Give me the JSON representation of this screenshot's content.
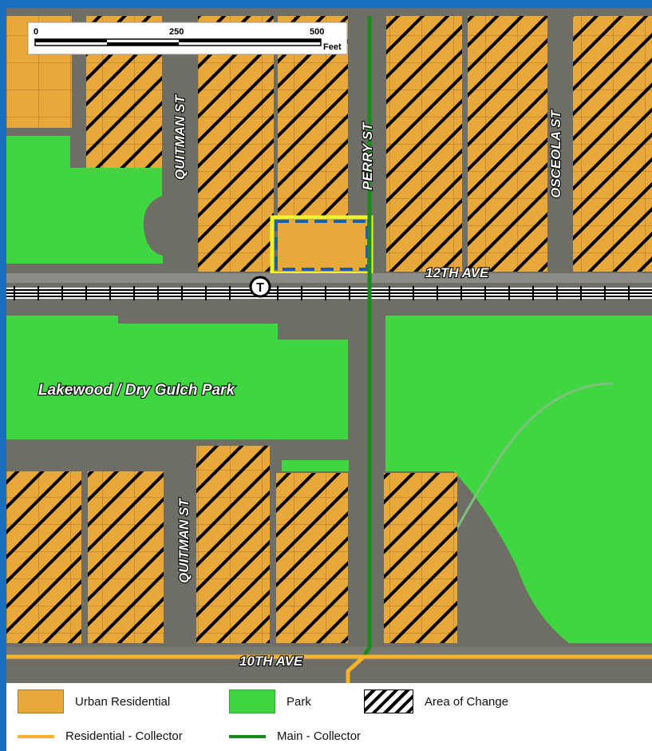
{
  "map": {
    "scale_bar": {
      "labels": [
        "0",
        "250",
        "500"
      ],
      "unit": "Feet"
    },
    "streets": {
      "quitman_north": "QUITMAN ST",
      "quitman_south": "QUITMAN ST",
      "perry": "PERRY ST",
      "osceola": "OSCEOLA ST",
      "twelfth": "12TH AVE",
      "tenth": "10TH AVE"
    },
    "park_label": "Lakewood / Dry Gulch Park",
    "transit_symbol": "T",
    "colors": {
      "urban_residential": "#e8a93a",
      "park": "#3fd641",
      "residential_collector": "#f6b32a",
      "main_collector": "#1a8a1a",
      "site_outline": "#1d5fa8",
      "site_highlight": "#f2f22b"
    }
  },
  "legend": {
    "urban_residential": "Urban Residential",
    "park": "Park",
    "area_of_change": "Area of Change",
    "residential_collector": "Residential - Collector",
    "main_collector": "Main - Collector"
  }
}
